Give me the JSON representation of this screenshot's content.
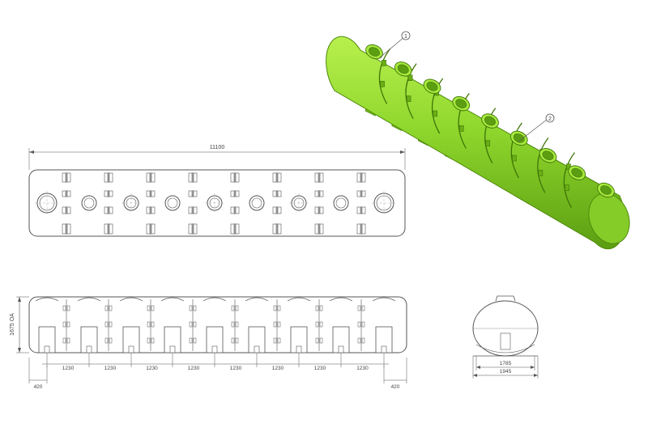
{
  "callouts": {
    "c1": "1",
    "c2": "2"
  },
  "top_view": {
    "overall_length": "11100"
  },
  "side_view": {
    "height_label": "1675 OA",
    "spacings": [
      "1230",
      "1230",
      "1230",
      "1230",
      "1230",
      "1230",
      "1230",
      "1230"
    ],
    "end_offset_left": "420",
    "end_offset_right": "420"
  },
  "end_view": {
    "inner_width": "1785",
    "outer_width": "1945"
  },
  "colors": {
    "tank_green": "#8ed62c",
    "tank_dark": "#4f8a0c",
    "line": "#555555"
  }
}
